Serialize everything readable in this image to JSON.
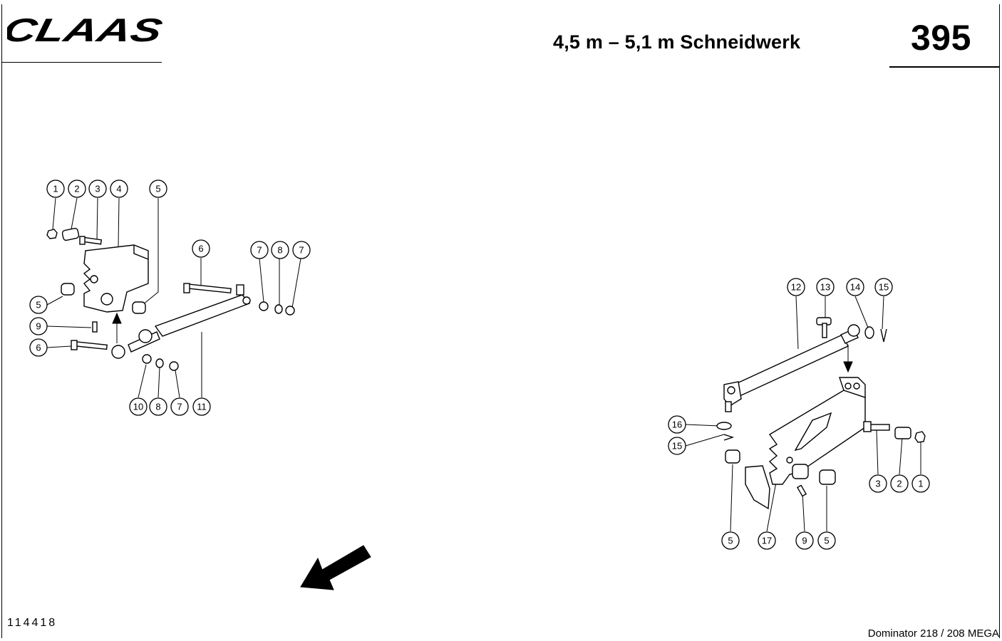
{
  "header": {
    "brand": "CLAAS",
    "title": "4,5 m – 5,1 m Schneidwerk",
    "page_number": "395"
  },
  "footer": {
    "document_number": "114418",
    "model": "Dominator 218 / 208 MEGA"
  },
  "left_assembly": {
    "callouts": [
      "1",
      "2",
      "3",
      "4",
      "5",
      "6",
      "7",
      "8",
      "7",
      "5",
      "9",
      "6",
      "10",
      "8",
      "7",
      "11"
    ]
  },
  "right_assembly": {
    "callouts": [
      "12",
      "13",
      "14",
      "15",
      "16",
      "15",
      "3",
      "2",
      "1",
      "5",
      "17",
      "9",
      "5"
    ]
  }
}
